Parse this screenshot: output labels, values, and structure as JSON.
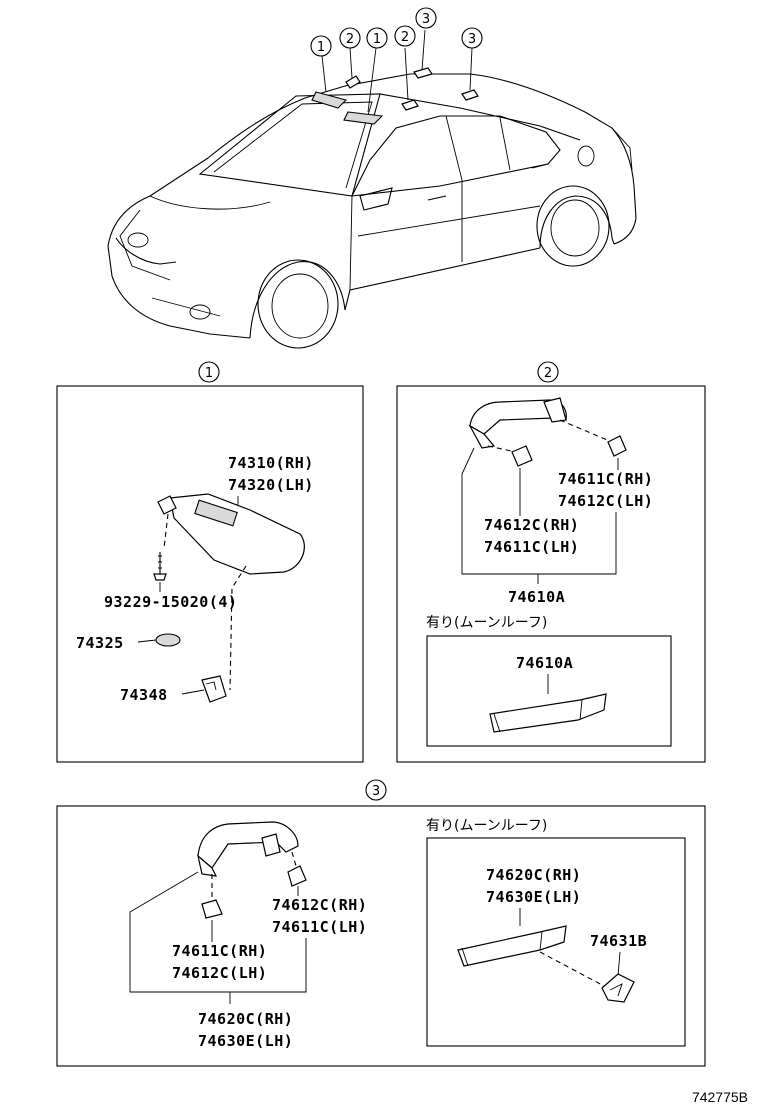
{
  "callouts": {
    "c1": "1",
    "c2": "2",
    "c3": "3"
  },
  "section1": {
    "visor_rh": "74310(RH)",
    "visor_lh": "74320(LH)",
    "screw": "93229-15020(4)",
    "washer": "74325",
    "holder": "74348"
  },
  "section2": {
    "bracket_a_rh": "74611C(RH)",
    "bracket_a_lh": "74612C(LH)",
    "bracket_b_rh": "74612C(RH)",
    "bracket_b_lh": "74611C(LH)",
    "assy": "74610A",
    "moonroof_label": "有り(ムーンルーフ)",
    "moonroof_assy": "74610A"
  },
  "section3": {
    "bracket_a_rh": "74612C(RH)",
    "bracket_a_lh": "74611C(LH)",
    "bracket_b_rh": "74611C(RH)",
    "bracket_b_lh": "74612C(LH)",
    "assy_rh": "74620C(RH)",
    "assy_lh": "74630E(LH)",
    "moonroof_label": "有り(ムーンルーフ)",
    "moonroof_assy_rh": "74620C(RH)",
    "moonroof_assy_lh": "74630E(LH)",
    "moonroof_clip": "74631B"
  },
  "figure_id": "742775B"
}
